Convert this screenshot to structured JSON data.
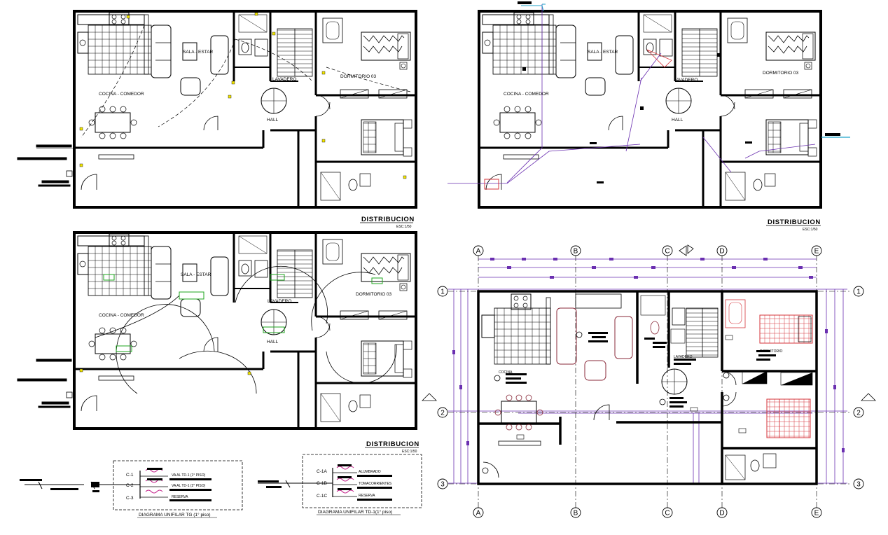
{
  "plans": {
    "top_left": {
      "rooms": {
        "sala": "SALA - ESTAR",
        "cocina": "COCINA - COMEDOR",
        "dormitorio": "DORMITORIO 03",
        "lavadero": "LAVADERO",
        "hall": "HALL"
      },
      "title": "DISTRIBUCION",
      "scale": "ESC:1/50"
    },
    "top_right": {
      "rooms": {
        "sala": "SALA - ESTAR",
        "cocina": "COCINA - COMEDOR",
        "dormitorio": "DORMITORIO 03",
        "lavadero": "LAVADERO",
        "hall": "HALL"
      },
      "title": "DISTRIBUCION",
      "scale": "ESC:1/50"
    },
    "bottom_left": {
      "rooms": {
        "sala": "SALA - ESTAR",
        "cocina": "COCINA - COMEDOR",
        "dormitorio": "DORMITORIO 03",
        "lavadero": "LAVADERO",
        "hall": "HALL"
      },
      "title": "DISTRIBUCION",
      "scale": "ESC:1/50"
    },
    "bottom_right": {
      "rooms": {
        "dormitorio": "DORMITORIO",
        "lavadero": "LAVADERO",
        "cocina": "COCINA"
      },
      "grid_columns": [
        "A",
        "B",
        "C",
        "D",
        "E"
      ],
      "grid_rows": [
        "1",
        "2",
        "3"
      ]
    }
  },
  "diagram_tg": {
    "title": "DIAGRAMA UNIFILAR TG (1° piso)",
    "circuits": [
      {
        "id": "C-1",
        "label": "VA AL TD-1 (1° PISO)"
      },
      {
        "id": "C-2",
        "label": "VA AL TD-1 (2° PISO)"
      },
      {
        "id": "C-3",
        "label": "RESERVA"
      }
    ]
  },
  "diagram_td": {
    "title": "DIAGRAMA UNIFILAR TD-1(1° piso)",
    "circuits": [
      {
        "id": "C-1A",
        "label": "ALUMBRADO"
      },
      {
        "id": "C-1B",
        "label": "TOMACORRIENTES"
      },
      {
        "id": "C-1C",
        "label": "RESERVA"
      }
    ]
  },
  "colors": {
    "wall": "#000000",
    "electrical": "#6a2fb0",
    "light": "#f3e600",
    "red": "#d6343b",
    "green": "#1ea51e",
    "cyan": "#1fa3c9",
    "pink": "#c3268c"
  }
}
